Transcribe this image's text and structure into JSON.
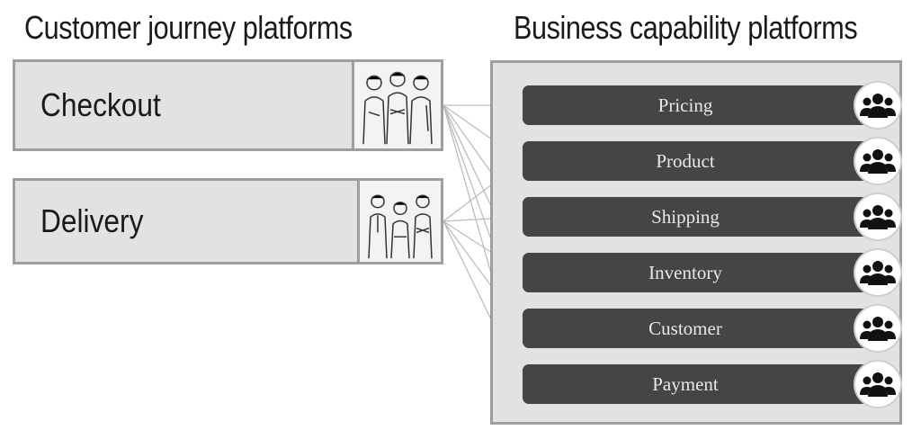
{
  "headings": {
    "left": "Customer journey platforms",
    "right": "Business capability platforms"
  },
  "journeys": [
    {
      "id": "checkout",
      "label": "Checkout",
      "icon": "team-illustration-icon"
    },
    {
      "id": "delivery",
      "label": "Delivery",
      "icon": "team-illustration-icon"
    }
  ],
  "capabilities": [
    {
      "label": "Pricing",
      "icon": "users-icon"
    },
    {
      "label": "Product",
      "icon": "users-icon"
    },
    {
      "label": "Shipping",
      "icon": "users-icon"
    },
    {
      "label": "Inventory",
      "icon": "users-icon"
    },
    {
      "label": "Customer",
      "icon": "users-icon"
    },
    {
      "label": "Payment",
      "icon": "users-icon"
    }
  ],
  "connections": {
    "checkout": [
      "Pricing",
      "Product",
      "Shipping",
      "Inventory",
      "Customer",
      "Payment"
    ],
    "delivery": [
      "Product",
      "Shipping",
      "Inventory",
      "Customer",
      "Payment"
    ]
  },
  "colors": {
    "panel": "#e2e2e2",
    "border": "#9e9e9e",
    "capability": "#454545",
    "link": "#bdbdbd"
  }
}
